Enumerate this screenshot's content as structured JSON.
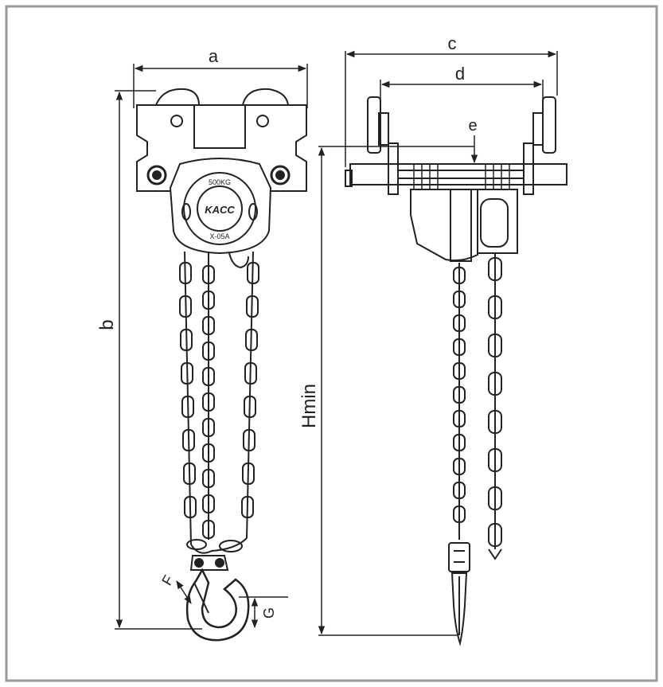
{
  "labels": {
    "a": "a",
    "b": "b",
    "c": "c",
    "d": "d",
    "e": "e",
    "f": "F",
    "g": "G",
    "hmin": "Hmin"
  },
  "hoist": {
    "brand": "KACC",
    "capacity": "500KG",
    "model": "X-05A"
  },
  "colors": {
    "line": "#222222",
    "frame": "#9a9a9a",
    "paper": "#ffffff"
  }
}
